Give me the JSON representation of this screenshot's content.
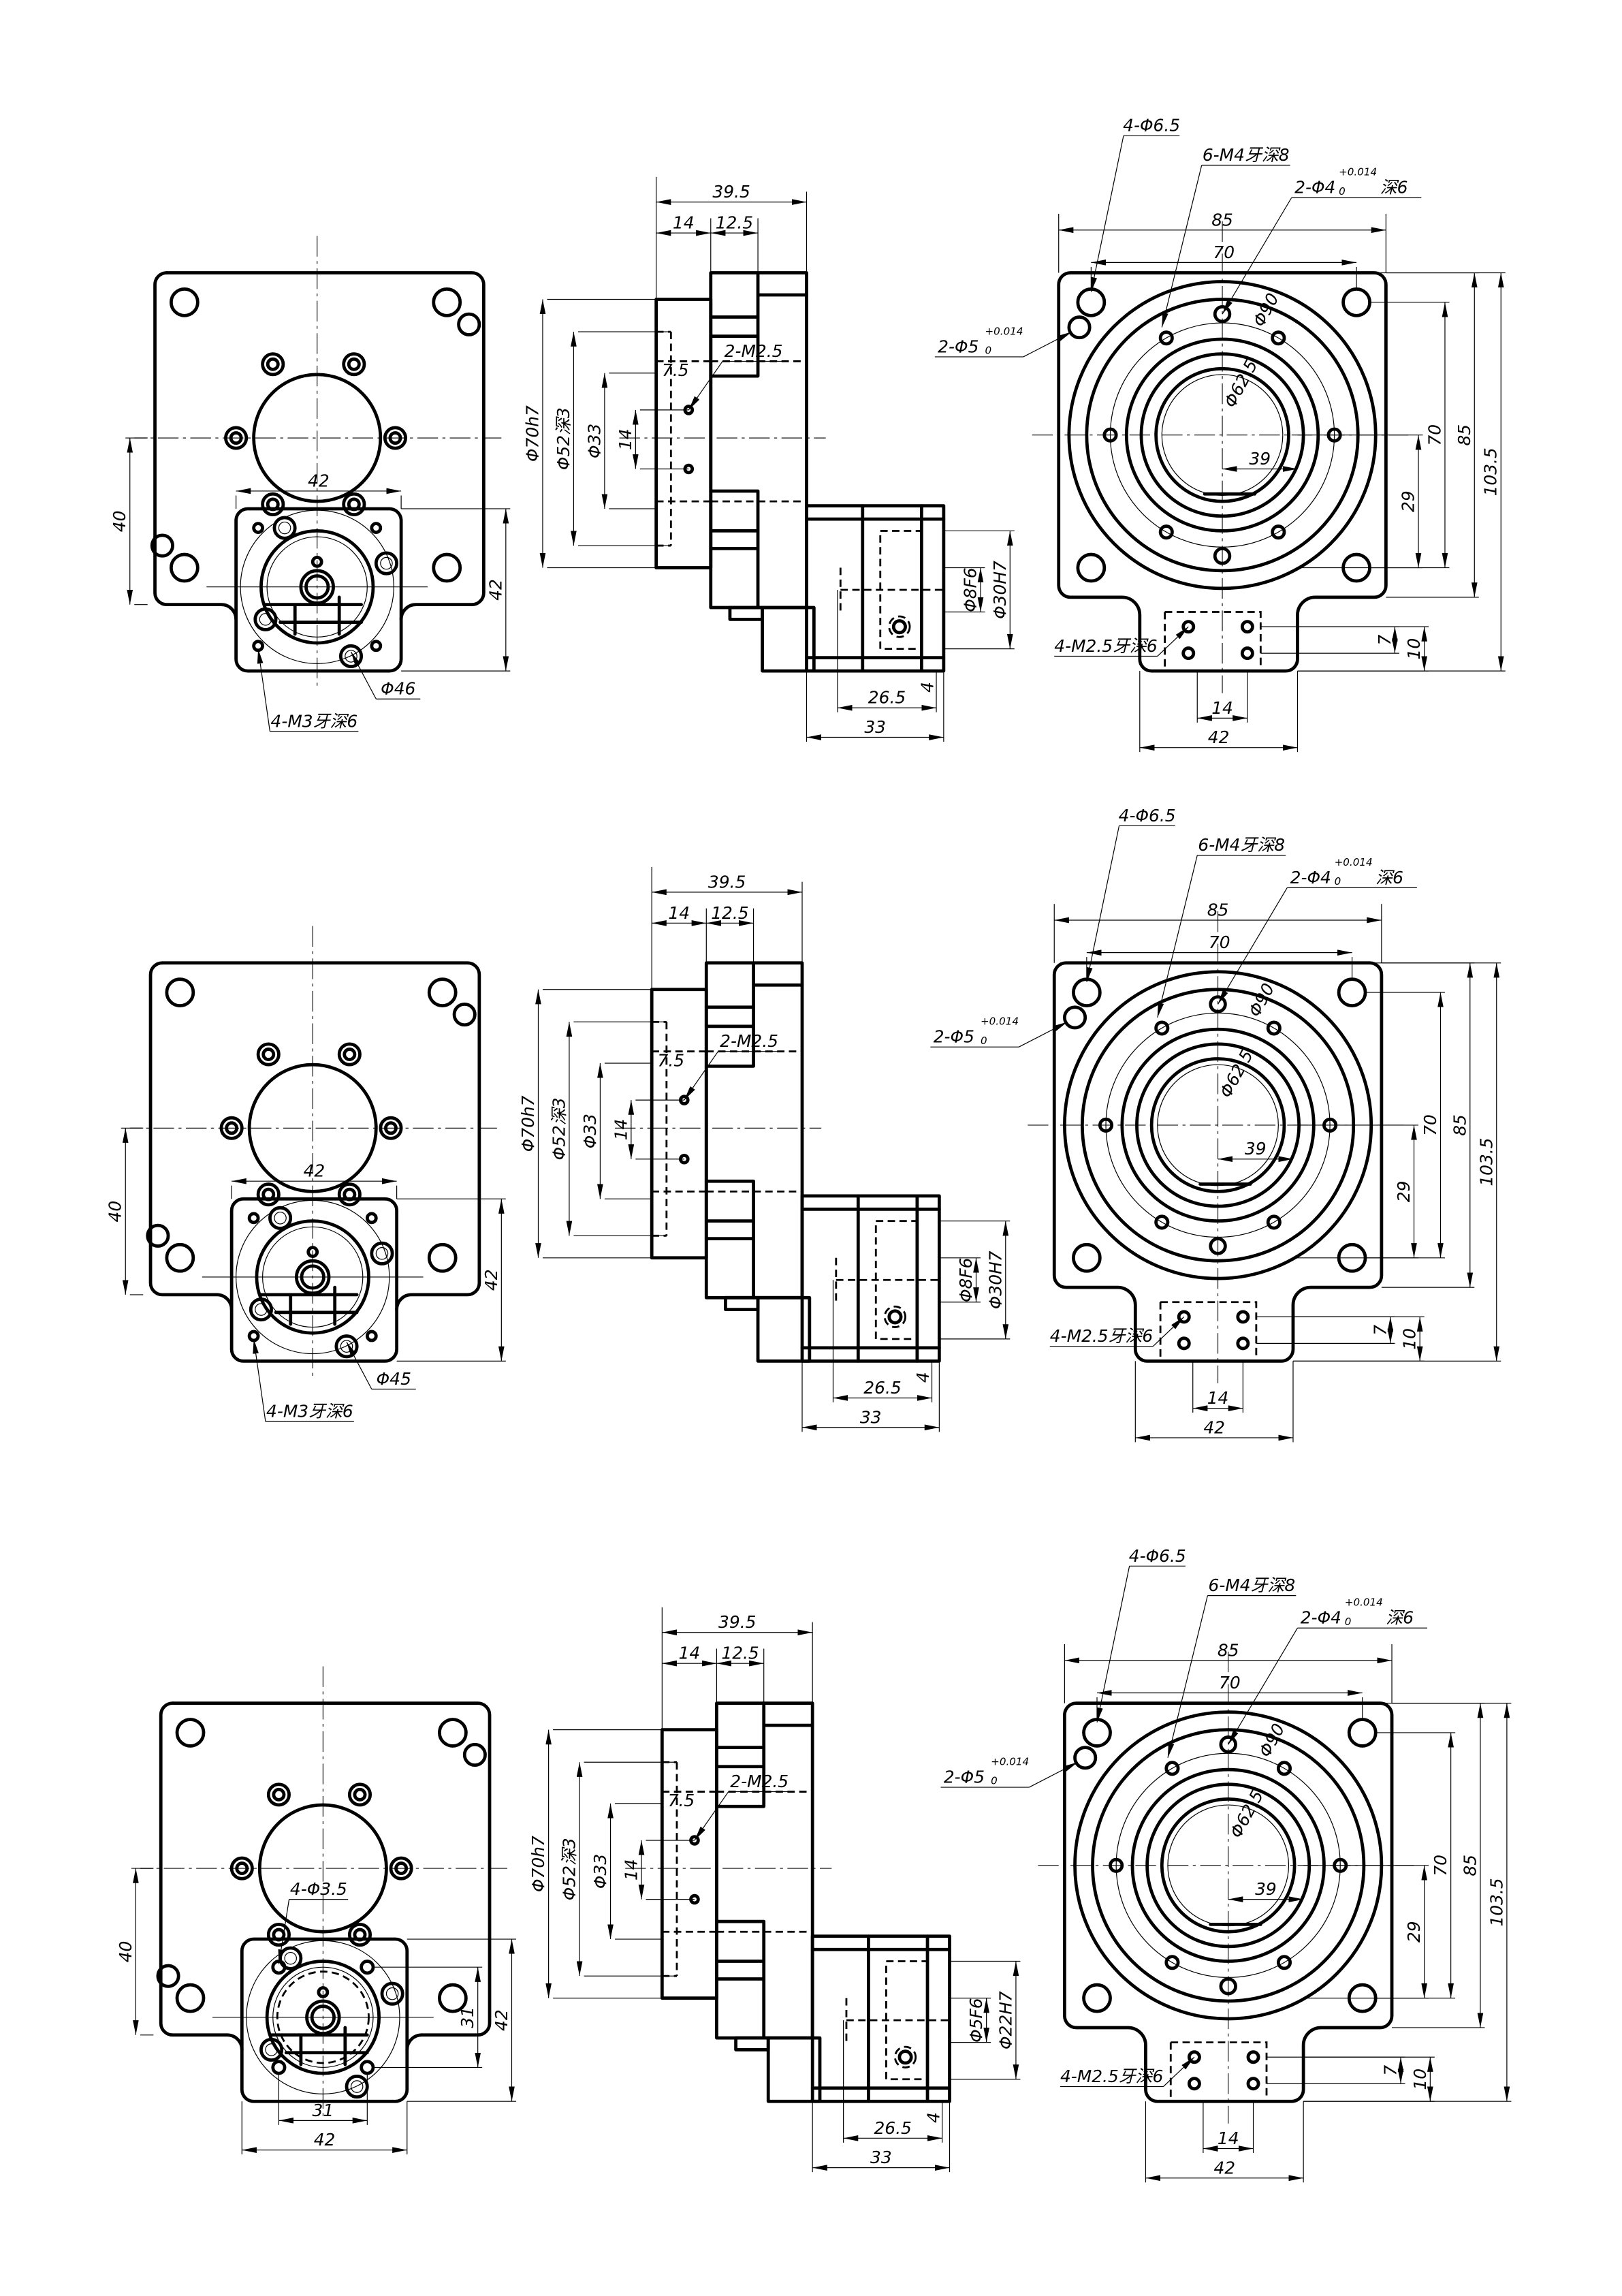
{
  "rows": [
    {
      "left_top": "42",
      "left_left": "40",
      "left_right": "42",
      "left_pcd": "Φ46",
      "left_tap": "4-M3牙深6",
      "s_total": "39.5",
      "s_a": "14",
      "s_b": "12.5",
      "s_d1": "Φ70h7",
      "s_d2": "Φ52深3",
      "s_d3": "Φ33",
      "s_d4": "14",
      "s_off": "7.5",
      "s_tap": "2-M2.5",
      "s_len1": "26.5",
      "s_len2": "4",
      "s_len3": "33",
      "s_shaft": "Φ8F6",
      "s_pilot": "Φ30H7",
      "r_holes": "4-Φ6.5",
      "r_tap": "6-M4牙深8",
      "r_pin": "2-Φ4",
      "r_tol_up": "+0.014",
      "r_tol_lo": "0",
      "r_pin_depth": "深6",
      "r_pin2": "2-Φ5",
      "r_w1": "85",
      "r_w2": "70",
      "r_h1": "70",
      "r_h2": "85",
      "r_h3": "103.5",
      "r_h4": "29",
      "r_bore": "39",
      "r_pcd1": "Φ62.5",
      "r_pcd2": "Φ90",
      "r_tab_tap": "4-M2.5牙深6",
      "r_tab_w1": "14",
      "r_tab_w2": "42",
      "r_tab_h1": "7",
      "r_tab_h2": "10"
    },
    {
      "left_top": "42",
      "left_left": "40",
      "left_right": "42",
      "left_pcd": "Φ45",
      "left_tap": "4-M3牙深6",
      "s_total": "39.5",
      "s_a": "14",
      "s_b": "12.5",
      "s_d1": "Φ70h7",
      "s_d2": "Φ52深3",
      "s_d3": "Φ33",
      "s_d4": "14",
      "s_off": "7.5",
      "s_tap": "2-M2.5",
      "s_len1": "26.5",
      "s_len2": "4",
      "s_len3": "33",
      "s_shaft": "Φ8F6",
      "s_pilot": "Φ30H7",
      "r_holes": "4-Φ6.5",
      "r_tap": "6-M4牙深8",
      "r_pin": "2-Φ4",
      "r_tol_up": "+0.014",
      "r_tol_lo": "0",
      "r_pin_depth": "深6",
      "r_pin2": "2-Φ5",
      "r_w1": "85",
      "r_w2": "70",
      "r_h1": "70",
      "r_h2": "85",
      "r_h3": "103.5",
      "r_h4": "29",
      "r_bore": "39",
      "r_pcd1": "Φ62.5",
      "r_pcd2": "Φ90",
      "r_tab_tap": "4-M2.5牙深6",
      "r_tab_w1": "14",
      "r_tab_w2": "42",
      "r_tab_h1": "7",
      "r_tab_h2": "10"
    },
    {
      "left_left": "40",
      "left_right": "42",
      "left_right2": "31",
      "left_holes": "4-Φ3.5",
      "left_bottom1": "31",
      "left_bottom2": "42",
      "s_total": "39.5",
      "s_a": "14",
      "s_b": "12.5",
      "s_d1": "Φ70h7",
      "s_d2": "Φ52深3",
      "s_d3": "Φ33",
      "s_d4": "14",
      "s_off": "7.5",
      "s_tap": "2-M2.5",
      "s_len1": "26.5",
      "s_len2": "4",
      "s_len3": "33",
      "s_shaft": "Φ5F6",
      "s_pilot": "Φ22H7",
      "r_holes": "4-Φ6.5",
      "r_tap": "6-M4牙深8",
      "r_pin": "2-Φ4",
      "r_tol_up": "+0.014",
      "r_tol_lo": "0",
      "r_pin_depth": "深6",
      "r_pin2": "2-Φ5",
      "r_w1": "85",
      "r_w2": "70",
      "r_h1": "70",
      "r_h2": "85",
      "r_h3": "103.5",
      "r_h4": "29",
      "r_bore": "39",
      "r_pcd1": "Φ62.5",
      "r_pcd2": "Φ90",
      "r_tab_tap": "4-M2.5牙深6",
      "r_tab_w1": "14",
      "r_tab_w2": "42",
      "r_tab_h1": "7",
      "r_tab_h2": "10"
    }
  ]
}
